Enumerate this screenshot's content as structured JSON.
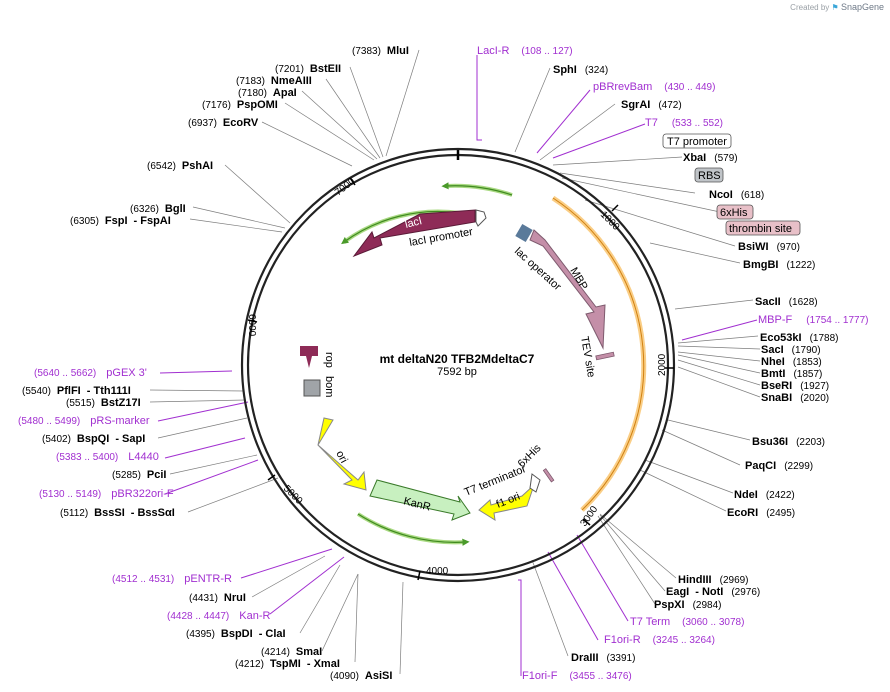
{
  "branding": {
    "prefix": "Created by",
    "name": "SnapGene"
  },
  "plasmid": {
    "name": "mt deltaN20 TFB2MdeltaC7",
    "length_label": "7592 bp"
  },
  "ticks": [
    "1000",
    "2000",
    "3000",
    "4000",
    "5000",
    "6000",
    "7000"
  ],
  "colors": {
    "primer": "#a12fd0",
    "orf": "#f5a623",
    "lacI": "#8e2b57",
    "MBP": "#c48fa8",
    "yellow": "#ffff00",
    "kanR": "#c8f0c0",
    "green": "#6fc02e"
  },
  "features": {
    "lacI": "lacI",
    "lacI_promoter": "lacI promoter",
    "lac_operator": "lac operator",
    "MBP": "MBP",
    "TEV": "TEV site",
    "rop": "rop",
    "bom": "bom",
    "ori": "ori",
    "KanR": "KanR",
    "f1ori": "f1 ori",
    "T7term": "T7 terminator",
    "his": "6xHis"
  },
  "labels": [
    {
      "name": "MluI",
      "pos": "(7383)"
    },
    {
      "name": "BstEII",
      "pos": "(7201)"
    },
    {
      "name": "NmeAIII",
      "pos": "(7183)"
    },
    {
      "name": "ApaI",
      "pos": "(7180)"
    },
    {
      "name": "PspOMI",
      "pos": "(7176)"
    },
    {
      "name": "EcoRV",
      "pos": "(6937)"
    },
    {
      "name": "PshAI",
      "pos": "(6542)"
    },
    {
      "name": "BglI",
      "pos": "(6326)"
    },
    {
      "name": "FspI",
      "pos": "(6305)",
      "name2": "- FspAI"
    },
    {
      "name": "SphI",
      "pos": "(324)"
    },
    {
      "name": "SgrAI",
      "pos": "(472)"
    },
    {
      "name": "XbaI",
      "pos": "(579)"
    },
    {
      "name": "NcoI",
      "pos": "(618)"
    },
    {
      "name": "BsiWI",
      "pos": "(970)"
    },
    {
      "name": "BmgBI",
      "pos": "(1222)"
    },
    {
      "name": "SacII",
      "pos": "(1628)"
    },
    {
      "name": "Eco53kI",
      "pos": "(1788)"
    },
    {
      "name": "SacI",
      "pos": "(1790)"
    },
    {
      "name": "NheI",
      "pos": "(1853)"
    },
    {
      "name": "BmtI",
      "pos": "(1857)"
    },
    {
      "name": "BseRI",
      "pos": "(1927)"
    },
    {
      "name": "SnaBI",
      "pos": "(2020)"
    },
    {
      "name": "Bsu36I",
      "pos": "(2203)"
    },
    {
      "name": "PaqCI",
      "pos": "(2299)"
    },
    {
      "name": "NdeI",
      "pos": "(2422)"
    },
    {
      "name": "EcoRI",
      "pos": "(2495)"
    },
    {
      "name": "HindIII",
      "pos": "(2969)"
    },
    {
      "name": "EagI",
      "pos": "(2976)",
      "name2": "- NotI"
    },
    {
      "name": "PspXI",
      "pos": "(2984)"
    },
    {
      "name": "DraIII",
      "pos": "(3391)"
    },
    {
      "name": "AsiSI",
      "pos": "(4090)"
    },
    {
      "name": "SmaI",
      "pos": "(4214)"
    },
    {
      "name": "TspMI",
      "pos": "(4212)",
      "name2": "- XmaI"
    },
    {
      "name": "BspDI",
      "pos": "(4395)",
      "name2": "- ClaI"
    },
    {
      "name": "NruI",
      "pos": "(4431)"
    },
    {
      "name": "BssSI",
      "pos": "(5112)",
      "name2": "- BssSαI"
    },
    {
      "name": "PciI",
      "pos": "(5285)"
    },
    {
      "name": "BspQI",
      "pos": "(5402)",
      "name2": "- SapI"
    },
    {
      "name": "BstZ17I",
      "pos": "(5515)"
    },
    {
      "name": "PflFI",
      "pos": "(5540)",
      "name2": "- Tth111I"
    }
  ],
  "primers": [
    {
      "name": "LacI-R",
      "range": "(108 .. 127)"
    },
    {
      "name": "pBRrevBam",
      "range": "(430 .. 449)"
    },
    {
      "name": "T7",
      "range": "(533 .. 552)"
    },
    {
      "name": "MBP-F",
      "range": "(1754 .. 1777)"
    },
    {
      "name": "T7 Term",
      "range": "(3060 .. 3078)"
    },
    {
      "name": "F1ori-R",
      "range": "(3245 .. 3264)"
    },
    {
      "name": "F1ori-F",
      "range": "(3455 .. 3476)"
    },
    {
      "name": "pENTR-R",
      "range": "(4512 .. 4531)"
    },
    {
      "name": "Kan-R",
      "range": "(4428 .. 4447)"
    },
    {
      "name": "pBR322ori-F",
      "range": "(5130 .. 5149)"
    },
    {
      "name": "L4440",
      "range": "(5383 .. 5400)"
    },
    {
      "name": "pRS-marker",
      "range": "(5480 .. 5499)"
    },
    {
      "name": "pGEX 3'",
      "range": "(5640 .. 5662)"
    }
  ],
  "boxes": [
    {
      "text": "T7 promoter",
      "fill": "#ffffff"
    },
    {
      "text": "RBS",
      "fill": "#c0c4c8"
    },
    {
      "text": "6xHis",
      "fill": "#e8c0c8"
    },
    {
      "text": "thrombin site",
      "fill": "#e8c0c8"
    }
  ]
}
